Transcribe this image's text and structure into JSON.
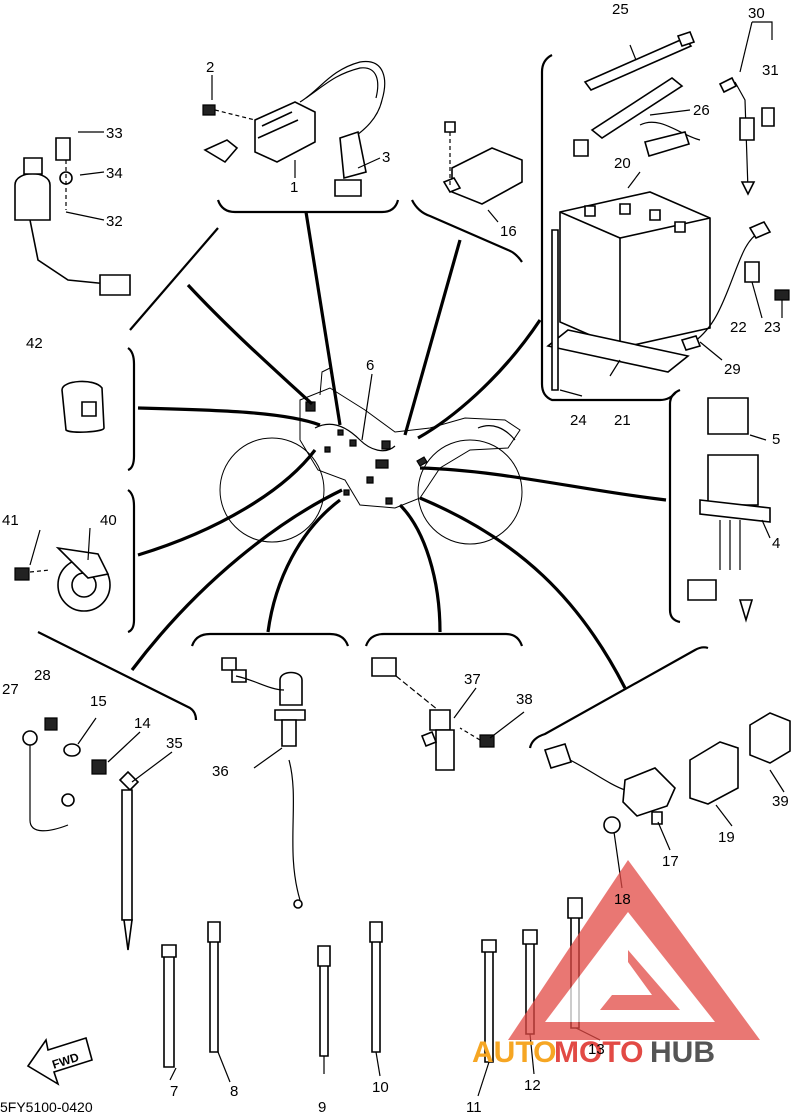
{
  "diagram_code": "5FY5100-0420",
  "fwd_label": "FWD",
  "watermark": {
    "part1": "AUTO",
    "part2": "MOTO",
    "part3": "HUB",
    "color_orange": "#f6a623",
    "color_red": "#e24a45",
    "color_gray": "#555555"
  },
  "callouts": {
    "c1": "1",
    "c2": "2",
    "c3": "3",
    "c4": "4",
    "c5": "5",
    "c6": "6",
    "c7": "7",
    "c8": "8",
    "c9": "9",
    "c10": "10",
    "c11": "11",
    "c12": "12",
    "c13": "13",
    "c14": "14",
    "c15": "15",
    "c16": "16",
    "c17": "17",
    "c18": "18",
    "c19": "19",
    "c20": "20",
    "c21": "21",
    "c22": "22",
    "c23": "23",
    "c24": "24",
    "c25": "25",
    "c26": "26",
    "c27": "27",
    "c28": "28",
    "c29": "29",
    "c30": "30",
    "c31": "31",
    "c32": "32",
    "c33": "33",
    "c34": "34",
    "c35": "35",
    "c36": "36",
    "c37": "37",
    "c38": "38",
    "c39": "39",
    "c40": "40",
    "c41": "41",
    "c42": "42"
  }
}
